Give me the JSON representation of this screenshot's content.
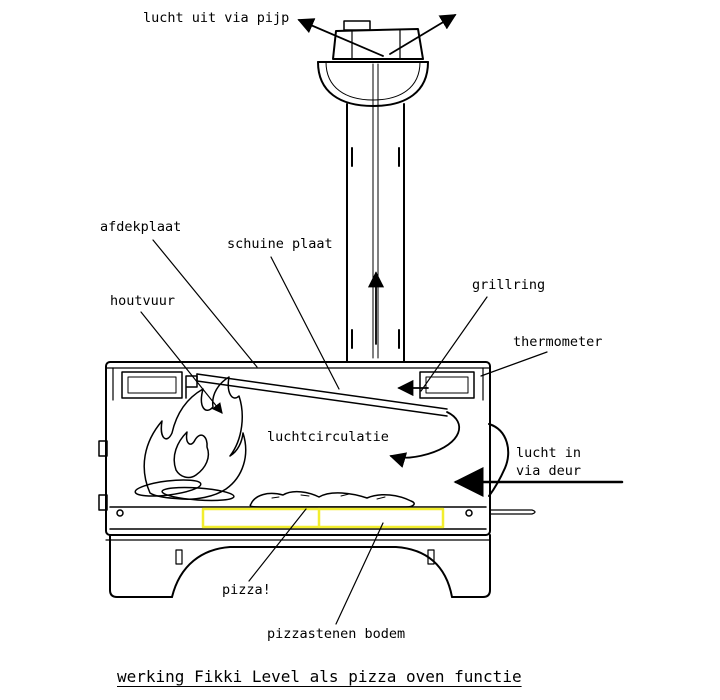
{
  "title": "werking Fikki Level als pizza oven functie",
  "labels": {
    "lucht_uit_via_pijp": "lucht uit via pijp",
    "afdekplaat": "afdekplaat",
    "schuine_plaat": "schuine plaat",
    "houtvuur": "houtvuur",
    "grillring": "grillring",
    "thermometer": "thermometer",
    "luchtcirculatie": "luchtcirculatie",
    "lucht_in_line1": "lucht in",
    "lucht_in_line2": "via deur",
    "pizza": "pizza!",
    "pizzastenen_bodem": "pizzastenen bodem"
  },
  "colors": {
    "line_color": "#000000",
    "pizza_stone_highlight": "#f2ee2e",
    "background": "#ffffff"
  }
}
